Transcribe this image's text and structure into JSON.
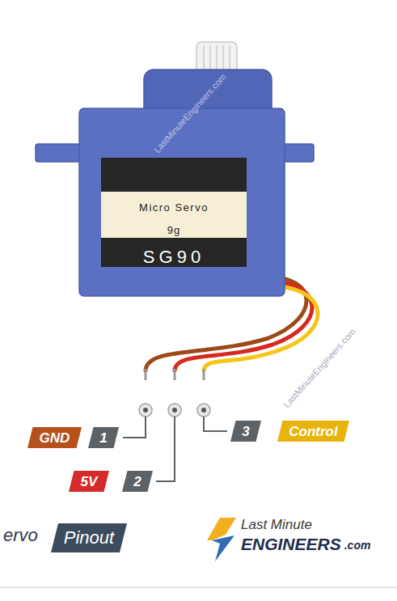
{
  "diagram": {
    "nodes": [
      {
        "text": [
          "SG90"
        ]
      },
      {
        "text": [
          "Micro Servo",
          "9g"
        ],
        "in": 0
      },
      {
        "text": [
          "GND"
        ]
      },
      {
        "text": [
          "1"
        ]
      },
      {
        "text": [
          "3"
        ]
      },
      {
        "text": [
          "Control"
        ]
      },
      {
        "text": [
          "5V"
        ]
      },
      {
        "text": [
          "2"
        ]
      },
      {
        "text": [
          "Pinout"
        ]
      }
    ],
    "labels": [
      "LastMinuteEngineers.com",
      "LastMinuteEngineers.com",
      "ervo",
      "Last Minute",
      "ENGINEERS",
      ".com"
    ]
  }
}
